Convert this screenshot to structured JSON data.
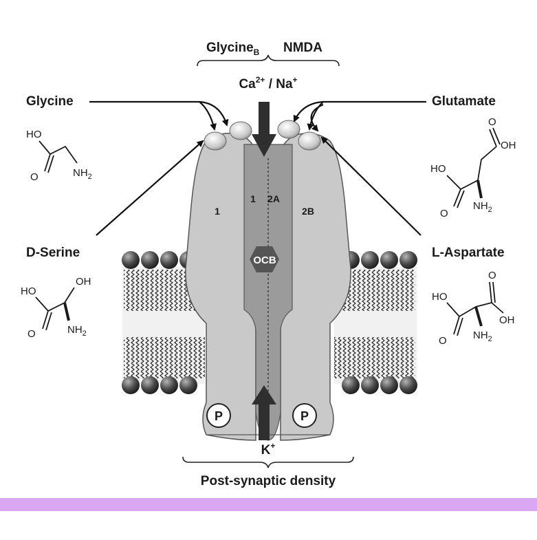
{
  "labels": {
    "glycine_b": "Glycine",
    "glycine_b_sub": "B",
    "nmda": "NMDA",
    "ca": "Ca",
    "ca_sup": "2+",
    "slash_na": " / Na",
    "na_sup": "+",
    "k": "K",
    "k_sup": "+",
    "post_synaptic": "Post-synaptic density",
    "glycine": "Glycine",
    "d_serine": "D-Serine",
    "glutamate": "Glutamate",
    "l_aspartate": "L-Aspartate",
    "subunit_1_left": "1",
    "subunit_1_inner": "1",
    "subunit_2a": "2A",
    "subunit_2b": "2B",
    "ocb": "OCB",
    "p_left": "P",
    "p_right": "P"
  },
  "chem": {
    "ho": "HO",
    "o": "O",
    "oh": "OH",
    "nh2": "NH",
    "nh2_sub": "2"
  },
  "colors": {
    "membrane_bead": "#3a3a3a",
    "subunit_fill": "#c8c8c8",
    "pore_fill": "#9a9a9a",
    "arrow_dark": "#2f2f2f",
    "ocb_fill": "#555555",
    "footer_bar": "#dba6f2"
  }
}
